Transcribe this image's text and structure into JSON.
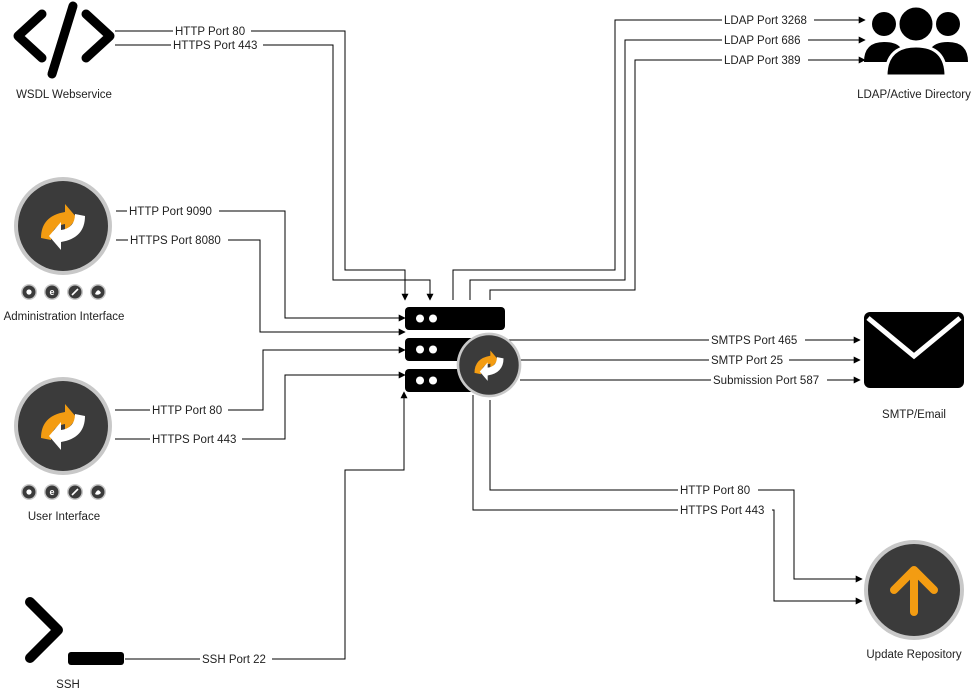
{
  "nodes": {
    "wsdl": {
      "label": "WSDL Webservice",
      "icon": "code-brackets-icon"
    },
    "admin": {
      "label": "Administration Interface",
      "icon": "app-logo-icon",
      "browsers": [
        "chrome-icon",
        "edge-icon",
        "safari-icon",
        "firefox-icon"
      ]
    },
    "user": {
      "label": "User Interface",
      "icon": "app-logo-icon",
      "browsers": [
        "chrome-icon",
        "edge-icon",
        "safari-icon",
        "firefox-icon"
      ]
    },
    "ssh": {
      "label": "SSH",
      "icon": "terminal-prompt-icon"
    },
    "ldap": {
      "label": "LDAP/Active Directory",
      "icon": "user-group-icon"
    },
    "smtp": {
      "label": "SMTP/Email",
      "icon": "envelope-icon"
    },
    "update": {
      "label": "Update Repository",
      "icon": "upload-arrow-icon"
    },
    "server": {
      "icon": "server-rack-icon"
    }
  },
  "connections": {
    "wsdl_http": "HTTP Port 80",
    "wsdl_https": "HTTPS Port 443",
    "admin_http": "HTTP Port 9090",
    "admin_https": "HTTPS Port 8080",
    "user_http": "HTTP Port 80",
    "user_https": "HTTPS Port 443",
    "ssh": "SSH Port 22",
    "ldap_3268": "LDAP Port 3268",
    "ldap_686": "LDAP Port 686",
    "ldap_389": "LDAP Port 389",
    "smtps": "SMTPS Port 465",
    "smtp": "SMTP Port 25",
    "submission": "Submission Port 587",
    "update_http": "HTTP Port 80",
    "update_https": "HTTPS Port 443"
  },
  "colors": {
    "accent": "#f39c12",
    "logo_bg": "#3b3b3b",
    "logo_ring": "#c8c8c8",
    "ink": "#000000"
  }
}
